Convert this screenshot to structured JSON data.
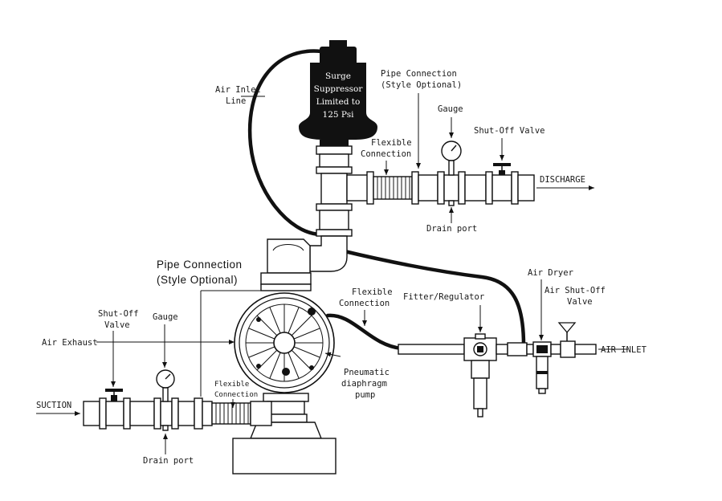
{
  "labels": {
    "surge_suppressor": [
      "Surge",
      "Suppressor",
      "Limited to",
      "125 Psi"
    ],
    "air_inlet_line": [
      "Air Inlet",
      "Line"
    ],
    "pipe_connection_top": [
      "Pipe Connection",
      "(Style Optional)"
    ],
    "gauge_top": "Gauge",
    "shutoff_valve_top": "Shut-Off Valve",
    "flexible_connection_top": [
      "Flexible",
      "Connection"
    ],
    "discharge": "DISCHARGE",
    "drain_port_top": "Drain port",
    "pipe_connection_bottom": [
      "Pipe Connection",
      "(Style Optional)"
    ],
    "air_dryer": "Air Dryer",
    "air_shutoff_valve": [
      "Air Shut-Off",
      "Valve"
    ],
    "flexible_connection_mid": [
      "Flexible",
      "Connection"
    ],
    "fitter_regulator": "Fitter/Regulator",
    "shutoff_valve_bottom": [
      "Shut-Off",
      "Valve"
    ],
    "gauge_bottom": "Gauge",
    "air_exhaust": "Air Exhaust",
    "air_inlet": "AIR INLET",
    "pneumatic_pump": [
      "Pneumatic",
      "diaphragm",
      "pump"
    ],
    "flexible_connection_bottom": [
      "Flexible",
      "Connection"
    ],
    "suction": "SUCTION",
    "drain_port_bottom": "Drain port"
  }
}
